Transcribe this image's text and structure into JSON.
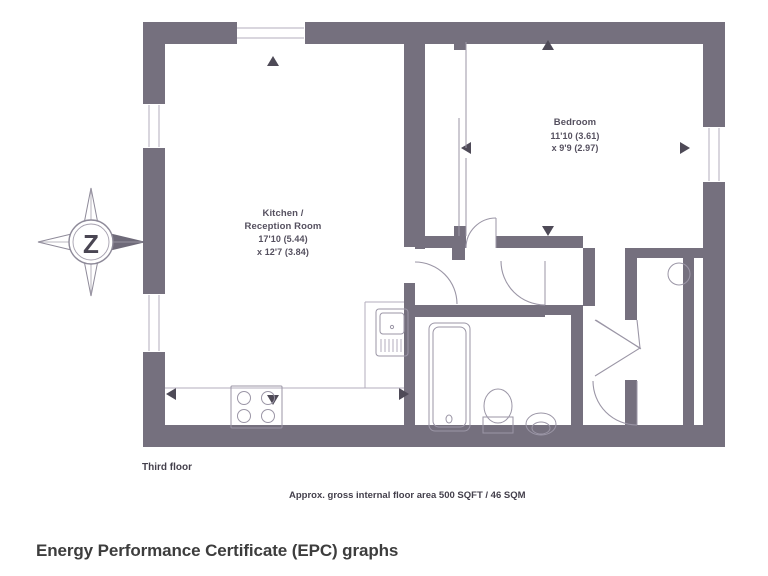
{
  "document": {
    "type": "floor-plan",
    "epc_heading": "Energy Performance Certificate (EPC) graphs"
  },
  "floorplan": {
    "floor_caption": "Third floor",
    "area_caption": "Approx. gross internal floor area 500 SQFT / 46 SQM",
    "wall_color": "#75707e",
    "text_color": "#55505f",
    "compass": {
      "label": "Z",
      "icon": "compass-rose-icon"
    },
    "rooms": [
      {
        "id": "kitchen-reception",
        "name": "Kitchen /",
        "name2": "Reception Room",
        "dim1": "17'10 (5.44)",
        "dim2": "x 12'7 (3.84)"
      },
      {
        "id": "bedroom",
        "name": "Bedroom",
        "name2": "",
        "dim1": "11'10 (3.61)",
        "dim2": "x 9'9 (2.97)"
      }
    ],
    "fixtures": [
      {
        "name": "hob-icon",
        "room": "kitchen-reception"
      },
      {
        "name": "sink-icon",
        "room": "kitchen-reception"
      },
      {
        "name": "bathtub-icon",
        "room": "bathroom"
      },
      {
        "name": "toilet-icon",
        "room": "bathroom"
      },
      {
        "name": "basin-icon",
        "room": "bathroom"
      },
      {
        "name": "cylinder-icon",
        "room": "hallway-cupboard"
      }
    ]
  }
}
